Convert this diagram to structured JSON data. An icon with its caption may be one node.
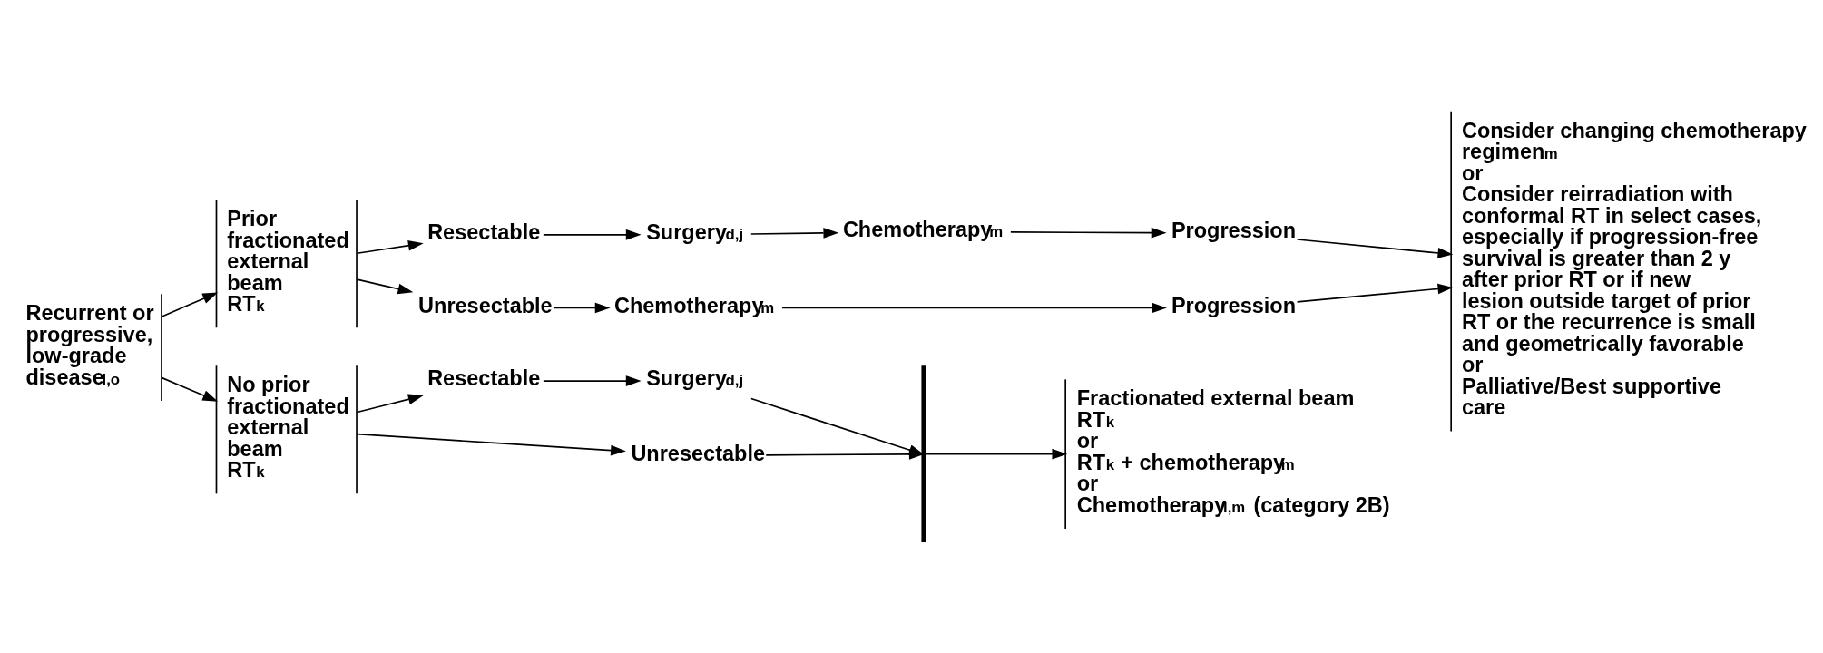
{
  "diagram": {
    "nodes": [
      {
        "text": [
          "Recurrent or progressive, low-grade disease$^{l,o}$"
        ]
      },
      {
        "text": [
          "Prior fractionated external beam RT$^{k}$"
        ]
      },
      {
        "text": [
          "No prior fractionated external beam RT$^{k}$"
        ]
      },
      {
        "text": [
          "Resectable"
        ]
      },
      {
        "text": [
          "Unresectable"
        ]
      },
      {
        "text": [
          "Surgery$^{d,j}$"
        ]
      },
      {
        "text": [
          "Chemotherapy$^{m}$"
        ]
      },
      {
        "text": [
          "Chemotherapy$^{m}$"
        ]
      },
      {
        "text": [
          "Progression"
        ]
      },
      {
        "text": [
          "Progression"
        ]
      },
      {
        "text": [
          "Consider changing chemotherapy regimen$^{m}$",
          "or",
          "Consider reirradiation with conformal RT in select cases, especially if progression-free survival is greater than 2 y after prior RT or if new lesion outside target of prior RT or the recurrence is small and geometrically favorable",
          "or",
          "Palliative/Best supportive care"
        ]
      },
      {
        "text": [
          "Resectable"
        ]
      },
      {
        "text": [
          "Unresectable"
        ]
      },
      {
        "text": [
          "Surgery$^{d,j}$"
        ]
      },
      {
        "text": [],
        "shape": "bar"
      },
      {
        "text": [
          "Fractionated external beam RT$^{k}$",
          "or",
          "RT$^{k}$ + chemotherapy$^{m}$",
          "or",
          "Chemotherapy$^{l,m}$ (category 2B)"
        ]
      }
    ],
    "edges": [
      {
        "from": 0,
        "to": 1,
        "arrow": "to"
      },
      {
        "from": 0,
        "to": 2,
        "arrow": "to"
      },
      {
        "from": 1,
        "to": 3,
        "arrow": "to"
      },
      {
        "from": 1,
        "to": 4,
        "arrow": "to"
      },
      {
        "from": 3,
        "to": 5,
        "arrow": "to"
      },
      {
        "from": 5,
        "to": 6,
        "arrow": "to"
      },
      {
        "from": 6,
        "to": 8,
        "arrow": "to"
      },
      {
        "from": 4,
        "to": 7,
        "arrow": "to"
      },
      {
        "from": 7,
        "to": 9,
        "arrow": "to"
      },
      {
        "from": 8,
        "to": 10,
        "arrow": "to"
      },
      {
        "from": 9,
        "to": 10,
        "arrow": "to"
      },
      {
        "from": 2,
        "to": 11,
        "arrow": "to"
      },
      {
        "from": 2,
        "to": 12,
        "arrow": "to"
      },
      {
        "from": 11,
        "to": 13,
        "arrow": "to"
      },
      {
        "from": 13,
        "to": 14,
        "arrow": "to"
      },
      {
        "from": 12,
        "to": 14,
        "arrow": "to"
      },
      {
        "from": 14,
        "to": 15,
        "arrow": "to"
      }
    ]
  }
}
